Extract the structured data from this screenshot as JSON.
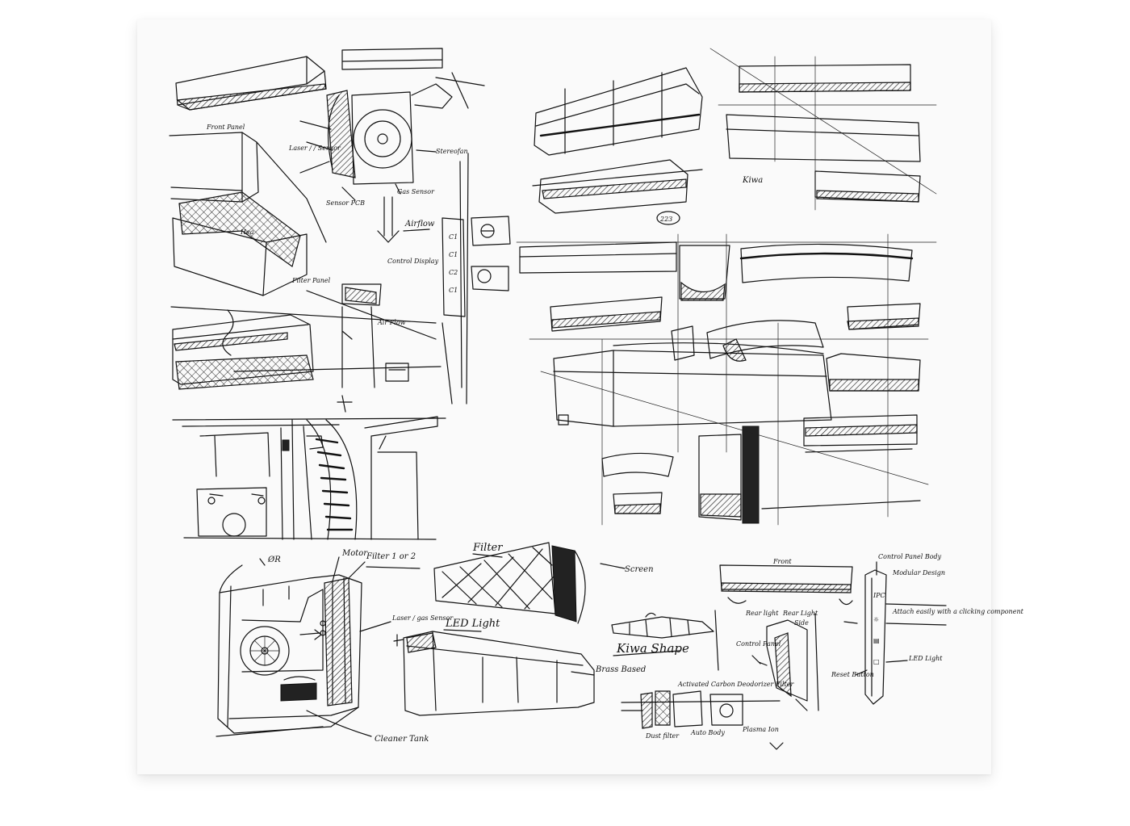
{
  "labels": {
    "front_panel": "Front Panel",
    "laser_sensor": "Laser / / Sensor",
    "sensor_pcb": "Sensor PCB",
    "stereo_fan": "Stereofan",
    "gas_sensor": "Gas Sensor",
    "airflow": "Airflow",
    "control_display": "Control Display",
    "filter_panel": "Filter Panel",
    "air_flow_small": "Air Flow",
    "kiwa": "Kiwa",
    "page_number": "223",
    "motor": "Motor",
    "filter_1_or_2": "Filter 1 or 2",
    "laser_gas_sensor": "Laser / gas Sensor",
    "led_light": "LED Light",
    "filter": "Filter",
    "screen": "Screen",
    "kiwa_shape": "Kiwa Shape",
    "brass_based": "Brass Based",
    "cleaner_tank": "Cleaner Tank",
    "front": "Front",
    "control_panel_body": "Control Panel Body",
    "modular_design": "Modular Design",
    "attach_easily": "Attach easily with a clicking component",
    "rear_light": "Rear light",
    "rear_light_2": "Rear Light",
    "side": "Side",
    "control_panel_2": "Control Panel",
    "led_light_small": "LED Light",
    "reset_button": "Reset Button",
    "activated_carbon": "Activated Carbon Deodorizer Filter",
    "auto_body": "Auto Body",
    "dust_filter": "Dust filter",
    "plasma_ion": "Plasma Ion"
  }
}
